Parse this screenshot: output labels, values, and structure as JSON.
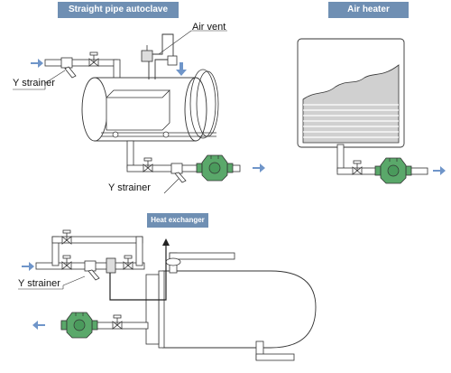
{
  "titles": {
    "autoclave": "Straight pipe autoclave",
    "air_heater": "Air heater",
    "heat_exchanger": "Heat exchanger"
  },
  "labels": {
    "air_vent": "Air vent",
    "y_strainer_1": "Y strainer",
    "y_strainer_2": "Y strainer",
    "y_strainer_3": "Y strainer"
  },
  "colors": {
    "banner": "#6f8fb3",
    "flow_arrow": "#6f95c9",
    "trap_green": "#5aa86a",
    "outline": "#333333"
  }
}
